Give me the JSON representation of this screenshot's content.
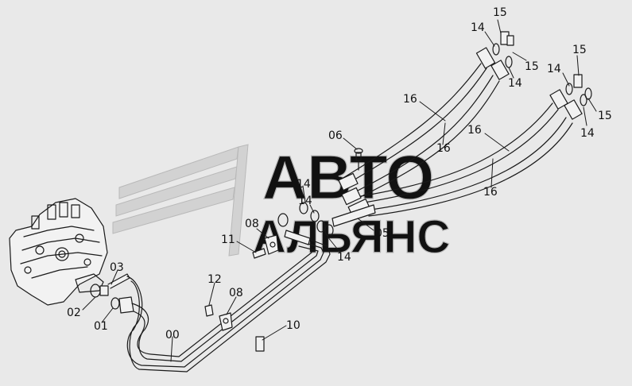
{
  "watermark": {
    "line1": "АВТО",
    "line2": "АЛЬЯНС",
    "logo": "chevron-logo-icon"
  },
  "colors": {
    "background": "#e9e9e9",
    "line": "#1a1a1a",
    "watermark": "#cfcfcf",
    "watermark_outline": "#b8b8b8"
  },
  "labels": [
    {
      "id": "15a",
      "text": "15"
    },
    {
      "id": "14a",
      "text": "14"
    },
    {
      "id": "15b",
      "text": "15"
    },
    {
      "id": "14b",
      "text": "14"
    },
    {
      "id": "15c",
      "text": "15"
    },
    {
      "id": "14c",
      "text": "14"
    },
    {
      "id": "15d",
      "text": "15"
    },
    {
      "id": "14d",
      "text": "14"
    },
    {
      "id": "16a",
      "text": "16"
    },
    {
      "id": "16b",
      "text": "16"
    },
    {
      "id": "16c",
      "text": "16"
    },
    {
      "id": "16d",
      "text": "16"
    },
    {
      "id": "06",
      "text": "06"
    },
    {
      "id": "14e",
      "text": "14"
    },
    {
      "id": "14f",
      "text": "14"
    },
    {
      "id": "08a",
      "text": "08"
    },
    {
      "id": "05",
      "text": "05"
    },
    {
      "id": "11",
      "text": "11"
    },
    {
      "id": "14g",
      "text": "14"
    },
    {
      "id": "03",
      "text": "03"
    },
    {
      "id": "12",
      "text": "12"
    },
    {
      "id": "08b",
      "text": "08"
    },
    {
      "id": "02",
      "text": "02"
    },
    {
      "id": "01",
      "text": "01"
    },
    {
      "id": "10",
      "text": "10"
    },
    {
      "id": "00",
      "text": "00"
    }
  ]
}
